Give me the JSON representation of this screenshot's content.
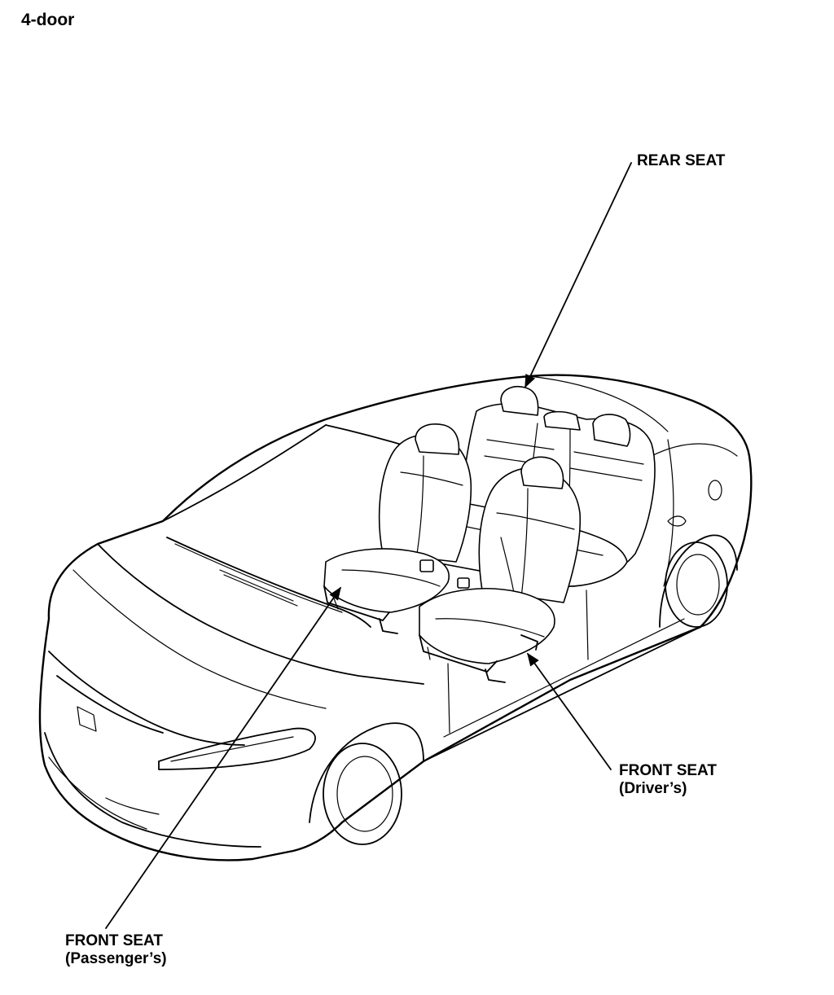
{
  "title": "4-door",
  "labels": {
    "rear_seat": "REAR SEAT",
    "front_seat_driver": "FRONT SEAT",
    "front_seat_driver_sub": "(Driver’s)",
    "front_seat_passenger": "FRONT SEAT",
    "front_seat_passenger_sub": "(Passenger’s)"
  },
  "colors": {
    "line": "#000000",
    "background": "#ffffff"
  }
}
